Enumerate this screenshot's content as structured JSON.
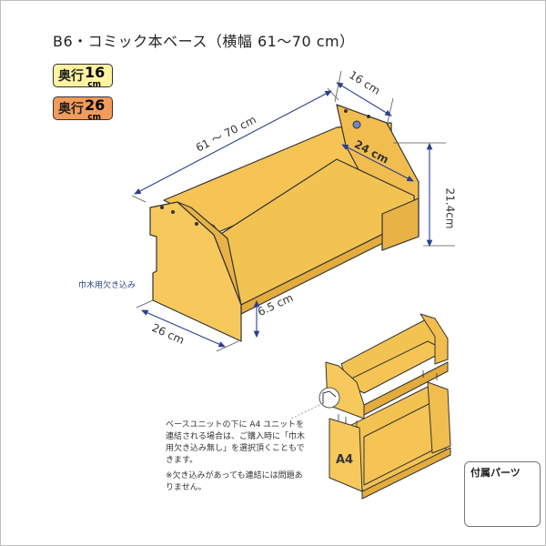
{
  "title": "B6・コミック本ベース（横幅 61～70 cm）",
  "badges": [
    {
      "kana": "奥行",
      "number": "16",
      "unit": "cm",
      "color": "#fff3a0"
    },
    {
      "kana": "奥行",
      "number": "26",
      "unit": "cm",
      "color": "#f39b5a"
    }
  ],
  "dimensions": {
    "width": "61 ～ 70 cm",
    "depth_top": "16 cm",
    "depth_inner": "24 cm",
    "height": "21.4cm",
    "depth_base": "26 cm",
    "shelf_height": "6.5 cm"
  },
  "labels": {
    "notch": "巾木用欠き込み",
    "a4": "A4",
    "parts_title": "付属パーツ"
  },
  "notes": {
    "connect": "ベースユニットの下に A4 ユニットを\n連結される場合は、ご購入時に「巾木\n用欠き込み無し」を選択頂くこともで\nきます。",
    "caution": "※欠き込みがあっても連結には問題あ\nりません。"
  },
  "colors": {
    "wood": "#f7c95c",
    "wood_dark": "#e3ac3c",
    "line": "#333333",
    "dim_line": "#2a3f8f"
  }
}
